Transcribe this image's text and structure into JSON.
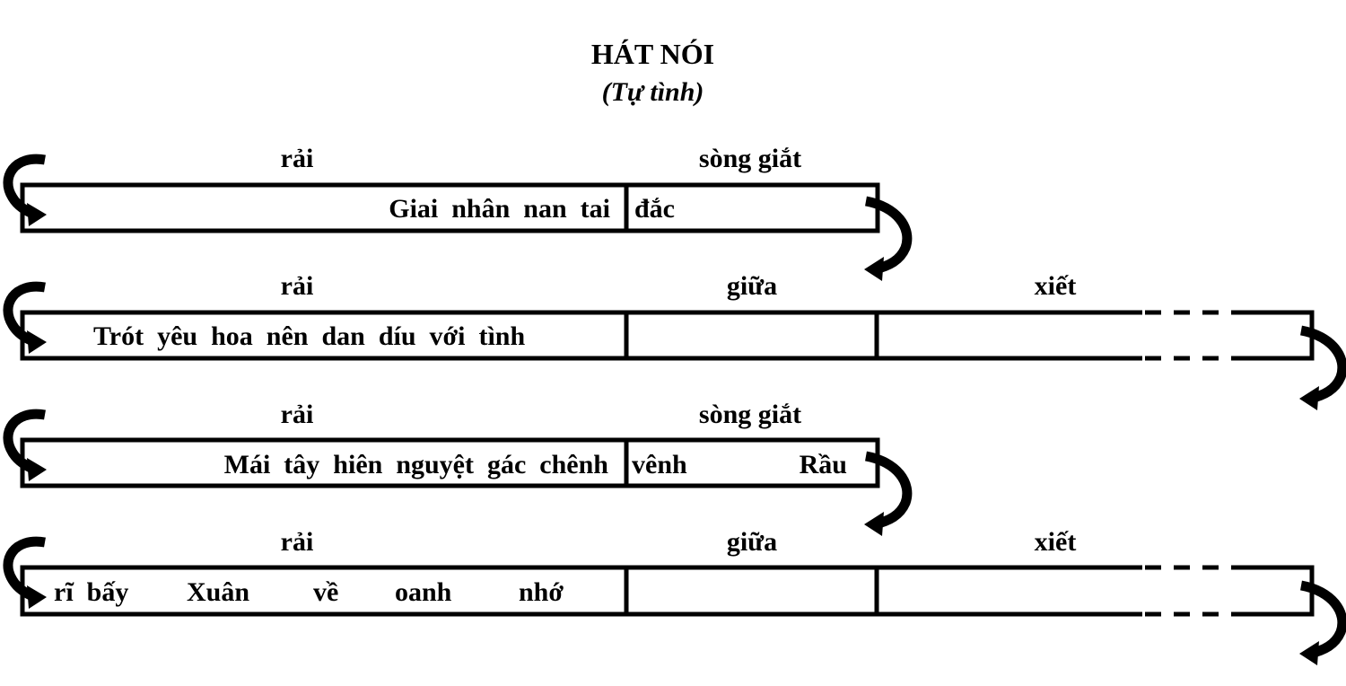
{
  "title": "HÁT NÓI",
  "subtitle": "(Tự tình)",
  "rows": [
    {
      "labels": {
        "rai": "rải",
        "second": "sòng giắt"
      },
      "segments": {
        "s1": "Giai  nhân  nan  tai",
        "s2": "đắc"
      }
    },
    {
      "labels": {
        "rai": "rải",
        "giua": "giữa",
        "xiet": "xiết"
      },
      "segments": {
        "s1": "Trót  yêu  hoa  nên  dan  díu  với  tình",
        "s2": "",
        "s3": ""
      }
    },
    {
      "labels": {
        "rai": "rải",
        "second": "sòng giắt"
      },
      "segments": {
        "s1": "Mái  tây  hiên  nguyệt  gác  chênh",
        "s2a": "vênh",
        "s2b": "Rầu"
      }
    },
    {
      "labels": {
        "rai": "rải",
        "giua": "giữa",
        "xiet": "xiết"
      },
      "segments": {
        "w1": "rĩ  bấy",
        "w2": "Xuân",
        "w3": "về",
        "w4": "oanh",
        "w5": "nhớ",
        "s2": "",
        "s3": ""
      }
    }
  ]
}
